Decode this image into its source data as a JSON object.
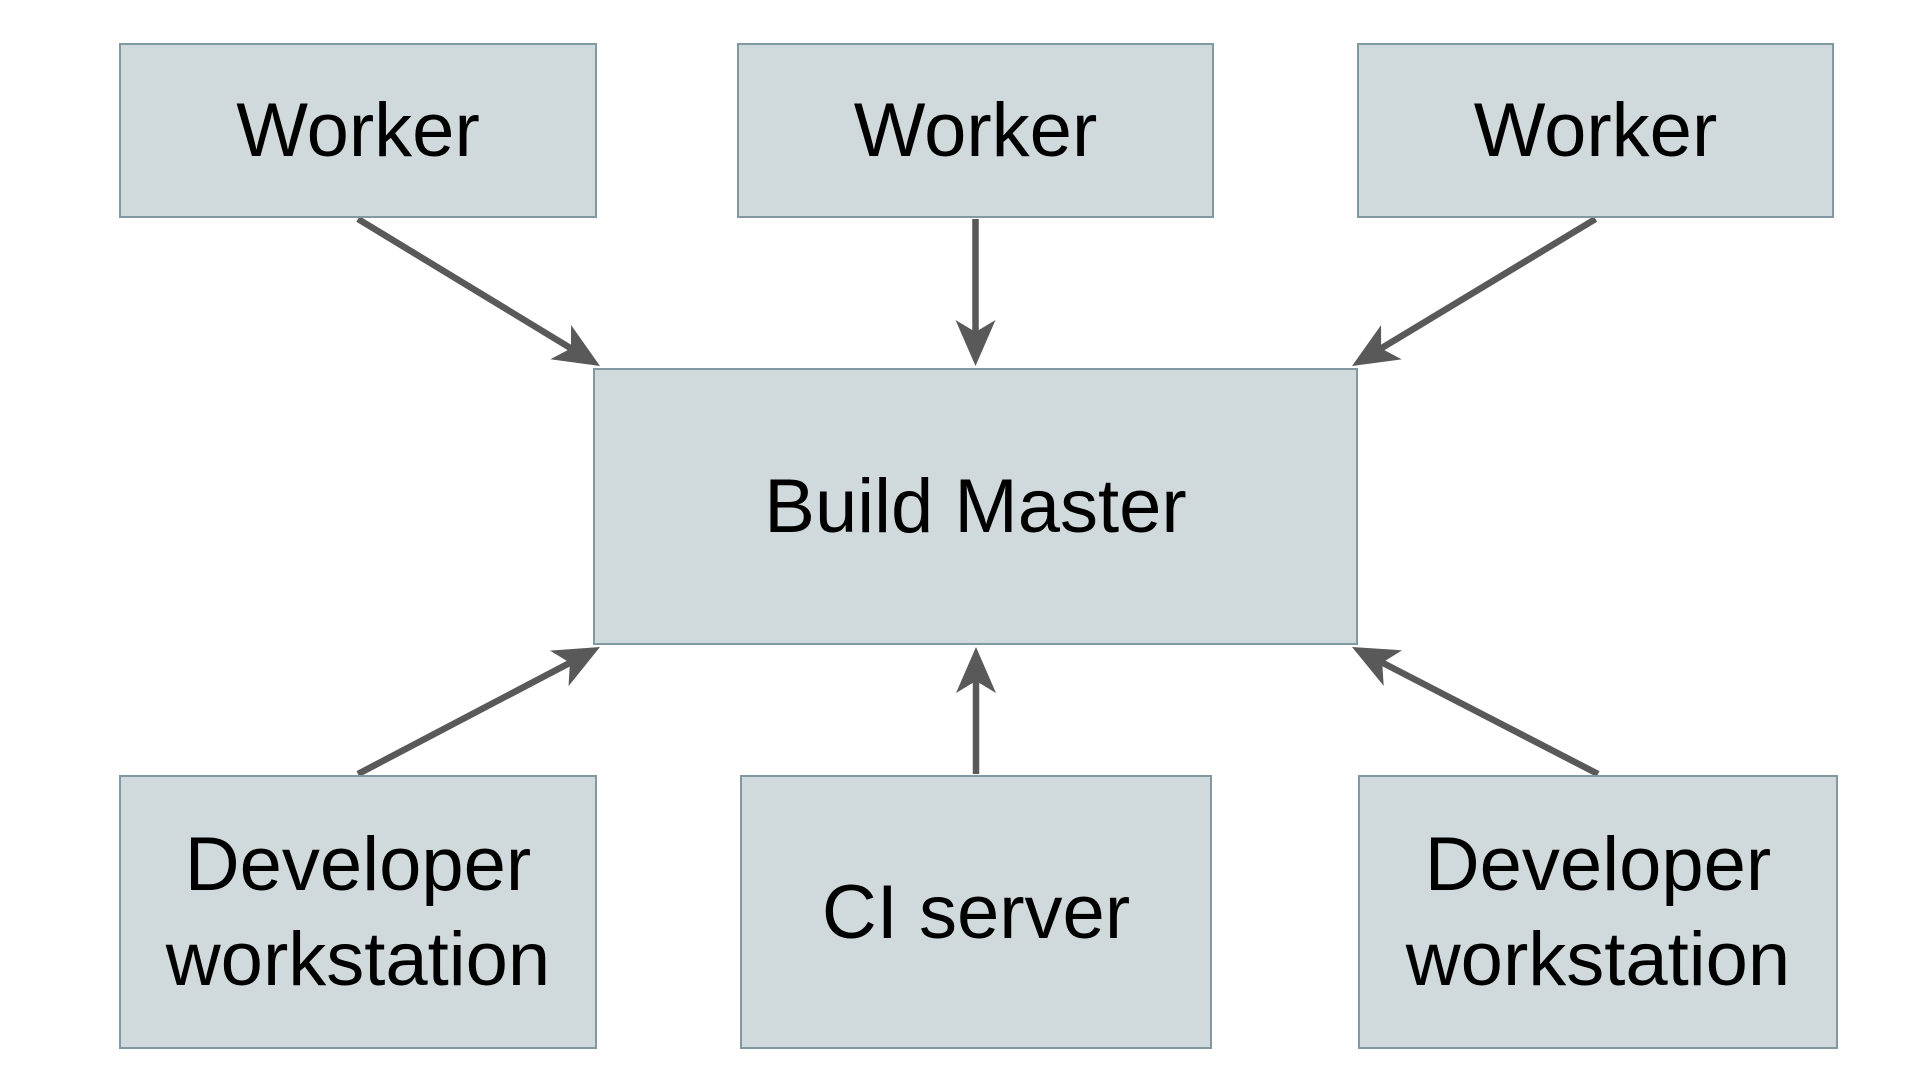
{
  "diagram": {
    "nodes": [
      {
        "id": "worker1",
        "label": "Worker"
      },
      {
        "id": "worker2",
        "label": "Worker"
      },
      {
        "id": "worker3",
        "label": "Worker"
      },
      {
        "id": "build_master",
        "label": "Build Master"
      },
      {
        "id": "devws1",
        "label": "Developer workstation"
      },
      {
        "id": "ci_server",
        "label": "CI server"
      },
      {
        "id": "devws2",
        "label": "Developer workstation"
      }
    ],
    "edges": [
      {
        "from": "worker1",
        "to": "build_master"
      },
      {
        "from": "worker2",
        "to": "build_master"
      },
      {
        "from": "worker3",
        "to": "build_master"
      },
      {
        "from": "devws1",
        "to": "build_master"
      },
      {
        "from": "ci_server",
        "to": "build_master"
      },
      {
        "from": "devws2",
        "to": "build_master"
      }
    ],
    "colors": {
      "background": "#ffffff",
      "node_fill": "#d0d9db",
      "node_border": "#8299a4",
      "arrow": "#595959",
      "text": "#000000"
    }
  }
}
